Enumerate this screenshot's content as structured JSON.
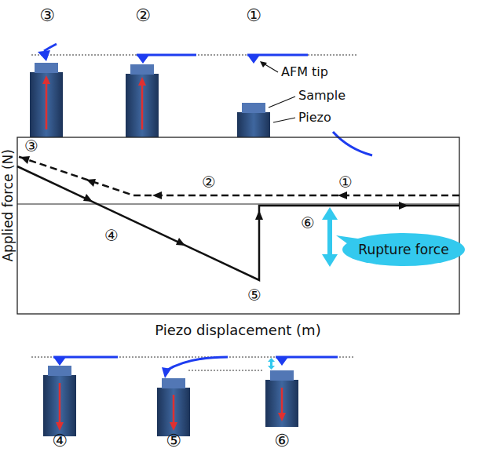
{
  "diagram": {
    "nodes": [
      {
        "text": [
          "Rupture force"
        ]
      }
    ],
    "labels": [
      "③",
      "②",
      "①",
      "AFM tip",
      "Sample",
      "Piezo",
      "Applied force (N)",
      "③",
      "②",
      "①",
      "④",
      "⑤",
      "⑥",
      "Piezo displacement (m)",
      "④",
      "⑤",
      "⑥"
    ]
  }
}
